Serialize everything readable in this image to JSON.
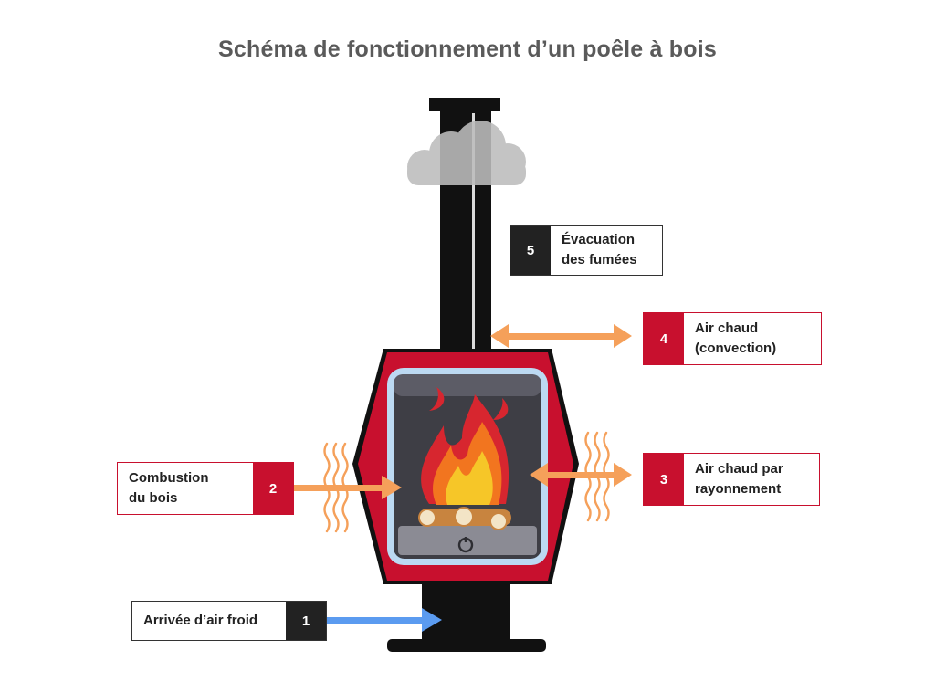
{
  "title": "Schéma de fonctionnement d’un poêle à bois",
  "colors": {
    "stove_red": "#c8102e",
    "stove_black": "#111111",
    "warm_arrow": "#f5a05a",
    "cold_arrow": "#5b9bf0",
    "smoke": "#bdbdbd"
  },
  "labels": {
    "smoke_exhaust": {
      "number": "5",
      "text": "Évacuation\ndes fumées"
    },
    "convection": {
      "number": "4",
      "text": "Air chaud\n(convection)"
    },
    "radiation": {
      "number": "3",
      "text": "Air chaud par\nrayonnement"
    },
    "combustion": {
      "number": "2",
      "text": "Combustion\ndu bois"
    },
    "cold_air_inlet": {
      "number": "1",
      "text": "Arrivée d’air froid"
    }
  }
}
